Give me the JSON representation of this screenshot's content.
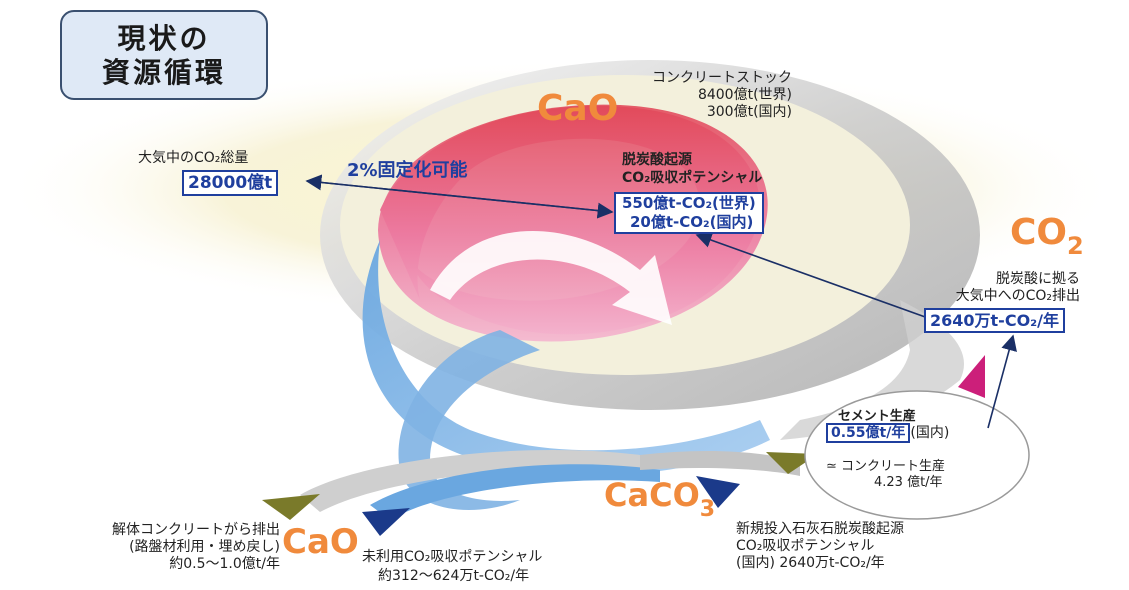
{
  "title": {
    "line1": "現状の",
    "line2": "資源循環"
  },
  "labels": {
    "cao_top": "CaO",
    "co2_main": "CO",
    "co2_sub": "2",
    "caco3_main": "CaCO",
    "caco3_sub": "3",
    "cao_bottom": "CaO"
  },
  "concrete_stock": {
    "line1": "コンクリートストック",
    "line2": "8400億t(世界)",
    "line3": "300億t(国内)"
  },
  "atmosphere": {
    "label": "大気中のCO₂総量",
    "value": "28000億t"
  },
  "fixation": "2%固定化可能",
  "potential": {
    "title1": "脱炭酸起源",
    "title2": "CO₂吸収ポテンシャル",
    "world": "550億t-CO₂(世界)",
    "domestic": "20億t-CO₂(国内)"
  },
  "emission": {
    "line1": "脱炭酸に拠る",
    "line2": "大気中へのCO₂排出",
    "value": "2640万t-CO₂/年"
  },
  "cement": {
    "title": "セメント生産",
    "value": "0.55億t/年",
    "suffix": "(国内)",
    "approx": "≃  コンクリート生産",
    "approx_value": "4.23 億t/年"
  },
  "demolition": {
    "line1": "解体コンクリートがら排出",
    "line2": "(路盤材利用・埋め戻し)",
    "line3": "約0.5～1.0億t/年"
  },
  "unused": {
    "line1": "未利用CO₂吸収ポテンシャル",
    "line2": "約312～624万t-CO₂/年"
  },
  "limestone": {
    "line1": "新規投入石灰石脱炭酸起源",
    "line2": "CO₂吸収ポテンシャル",
    "line3": "(国内) 2640万t-CO₂/年"
  },
  "colors": {
    "accent_orange": "#f08a3c",
    "box_blue": "#1f3f9e",
    "magenta": "#cc1f7a",
    "olive": "#7a7a2a"
  }
}
